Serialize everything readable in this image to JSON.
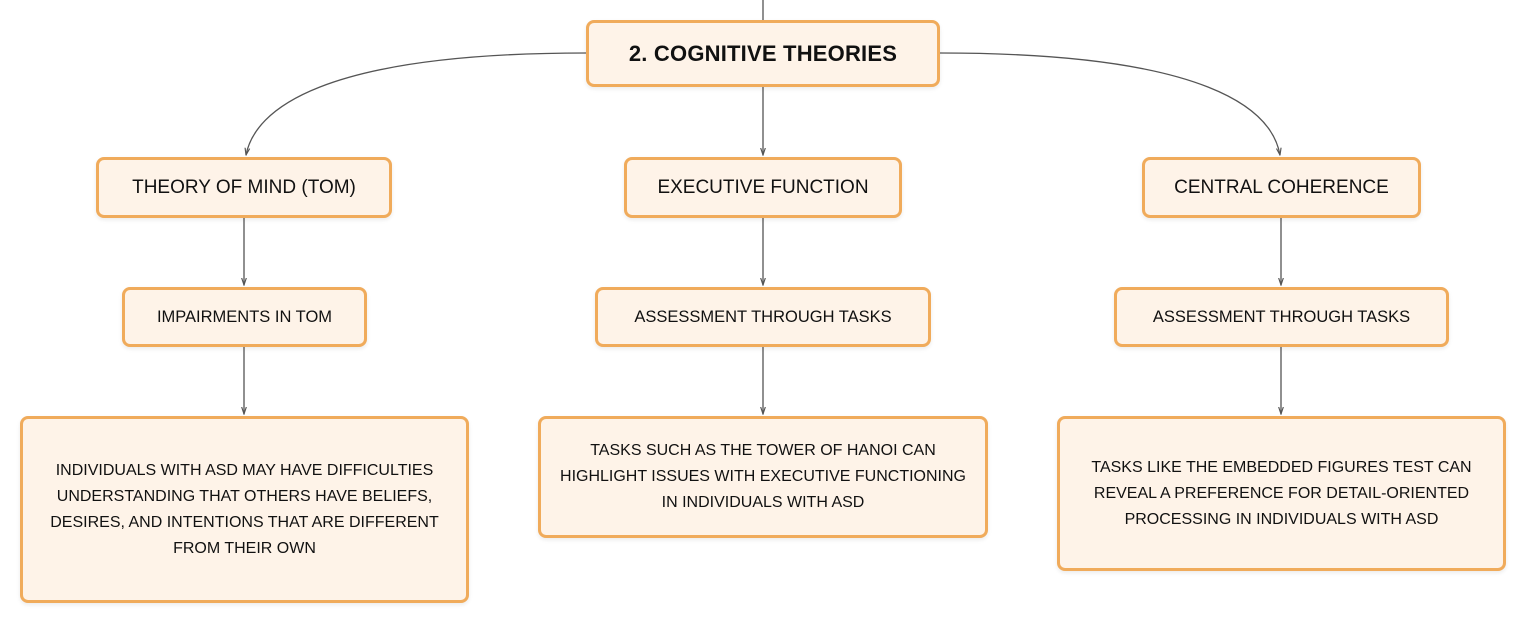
{
  "diagram": {
    "root": {
      "label": "2. COGNITIVE THEORIES"
    },
    "branches": [
      {
        "label": "THEORY OF MIND (TOM)",
        "child": "IMPAIRMENTS IN TOM",
        "detail": "INDIVIDUALS WITH ASD MAY HAVE DIFFICULTIES UNDERSTANDING THAT OTHERS HAVE BELIEFS, DESIRES, AND INTENTIONS THAT ARE DIFFERENT FROM THEIR OWN"
      },
      {
        "label": "EXECUTIVE FUNCTION",
        "child": "ASSESSMENT THROUGH TASKS",
        "detail": "TASKS SUCH AS THE TOWER OF HANOI CAN HIGHLIGHT ISSUES WITH EXECUTIVE FUNCTIONING IN INDIVIDUALS WITH ASD"
      },
      {
        "label": "CENTRAL COHERENCE",
        "child": "ASSESSMENT THROUGH TASKS",
        "detail": "TASKS LIKE THE EMBEDDED FIGURES TEST CAN REVEAL A PREFERENCE FOR DETAIL-ORIENTED PROCESSING IN INDIVIDUALS WITH ASD"
      }
    ]
  },
  "colors": {
    "node_fill": "#fef3e8",
    "node_border": "#f0ab5b",
    "connector": "#555555"
  }
}
